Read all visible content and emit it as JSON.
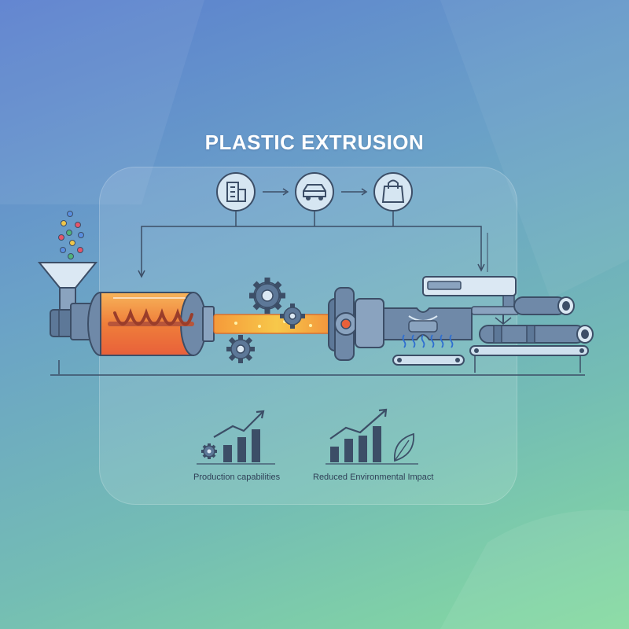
{
  "title": "PLASTIC EXTRUSION",
  "applications": [
    {
      "icon": "building-icon"
    },
    {
      "icon": "car-icon"
    },
    {
      "icon": "shopping-bag-icon"
    }
  ],
  "benefits": [
    {
      "label": "Production capabilities",
      "icon": "gear-bar-chart-icon"
    },
    {
      "label": "Reduced Environmental Impact",
      "icon": "leaf-bar-chart-icon"
    }
  ],
  "colors": {
    "outline": "#3c4e67",
    "machine": "#5d7898",
    "machine_light": "#cfe0ee",
    "melt_hot": "#f2a13a",
    "melt_core": "#f7d24a",
    "pellets": [
      "#f0c64a",
      "#e5556a",
      "#5a8fe0",
      "#4fb37a"
    ]
  }
}
